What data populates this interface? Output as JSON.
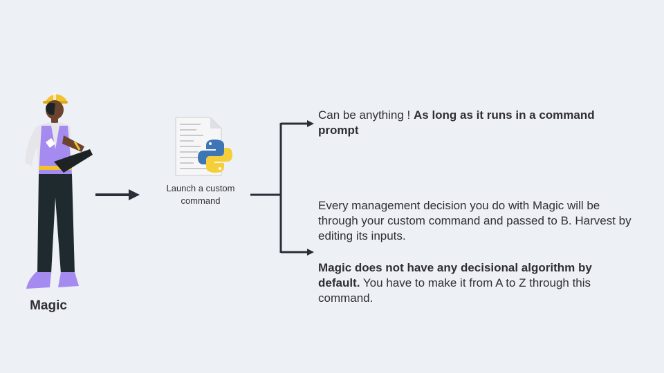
{
  "figure": {
    "label": "Magic"
  },
  "script": {
    "label": "Launch a custom command"
  },
  "notes": {
    "first_plain": "Can be anything ! ",
    "first_bold": "As long as it runs in a command prompt",
    "second": "Every management decision you do with Magic will be through your custom command and passed to B. Harvest by editing its inputs.",
    "third_bold": "Magic does not have any decisional algorithm by default.",
    "third_plain": " You have to make it from A to Z through this command."
  },
  "colors": {
    "background": "#edf0f5",
    "arrow": "#2b2e36",
    "vest": "#a58bf0",
    "helmet": "#f2c12e",
    "python_blue": "#3d75b5",
    "python_yellow": "#f5cf3a"
  },
  "icons": [
    "worker-figure",
    "python-script-icon",
    "arrow-icon"
  ]
}
